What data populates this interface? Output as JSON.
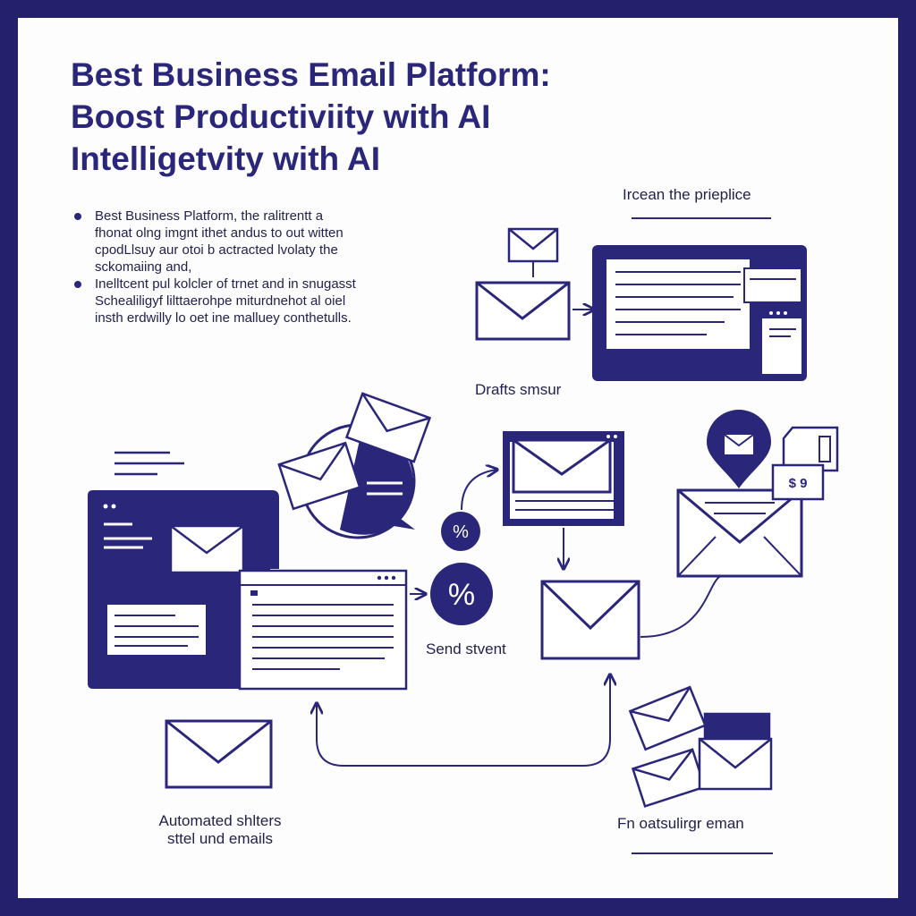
{
  "colors": {
    "primary": "#2a2679",
    "background": "#fdfdfe",
    "border": "#24206b"
  },
  "title": {
    "line1": "Best Business Email Platform:",
    "line2": "Boost Productiviity with AI",
    "line3": "Intelligetvity with AI"
  },
  "bullets": [
    {
      "lines": [
        "Best Business Platform, the ralitrentt a",
        "fhonat olng imgnt ithet andus to out witten",
        "cpodLlsuy aur otoi b actracted lvolaty the",
        "sckomaiing and,"
      ]
    },
    {
      "lines": [
        "Inelltcent pul kolcler of trnet and in snugasst",
        "Schealiligyf lilttaerohpe miturdnehot al oiel",
        "insth erdwilly lo oet ine malluey conthetulls."
      ]
    }
  ],
  "labels": {
    "top_right_heading": "Ircean the prieplice",
    "drafts": "Drafts smsur",
    "send": "Send stvent",
    "automated_line1": "Automated shlters",
    "automated_line2": "sttel und emails",
    "bottom_right": "Fn oatsulirgr eman"
  },
  "badges": {
    "percent_small": "%",
    "percent_large": "%",
    "dollar_tag": "$ 9 "
  },
  "icons": [
    "envelope-icon",
    "browser-window-icon",
    "chat-bubble-icon",
    "location-pin-icon",
    "dollar-tag-icon",
    "percent-icon",
    "arrow-icon"
  ]
}
